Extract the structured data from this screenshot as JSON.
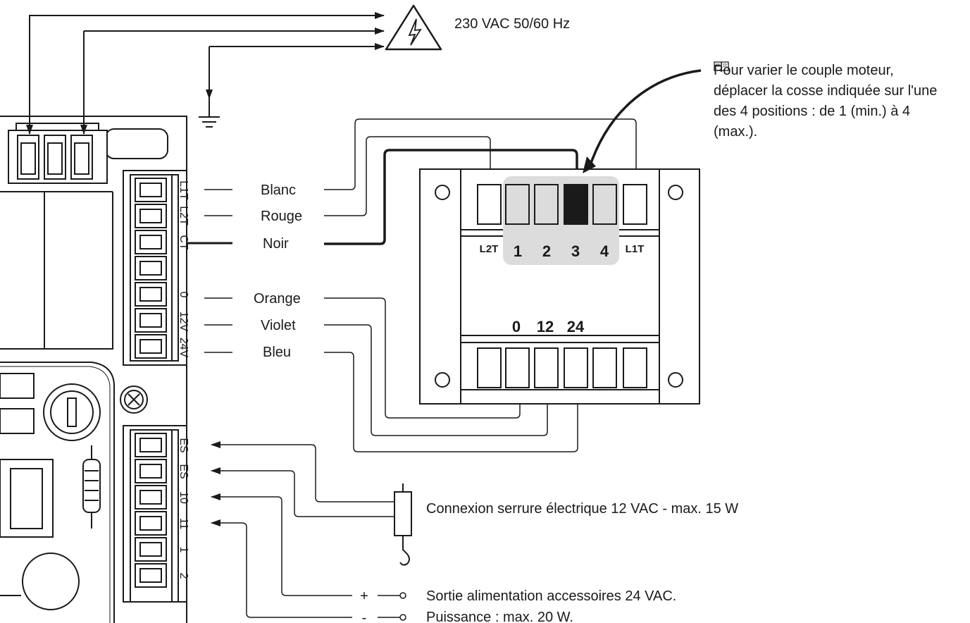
{
  "supply": {
    "label": "230 VAC 50/60 Hz"
  },
  "note": {
    "icon": "book-icon",
    "line1": "Pour varier le couple moteur,",
    "line2": "déplacer la cosse indiquée sur l'une",
    "line3": "des 4 positions : de 1 (min.) à 4",
    "line4": "(max.)."
  },
  "terminal_block_top": {
    "labels": [
      "L1T",
      "L2T",
      "CT",
      "0",
      "12V",
      "24V"
    ]
  },
  "wires": {
    "blanc": "Blanc",
    "rouge": "Rouge",
    "noir": "Noir",
    "orange": "Orange",
    "violet": "Violet",
    "bleu": "Bleu"
  },
  "transformer": {
    "top_labels": [
      "L2T",
      "1",
      "2",
      "3",
      "4",
      "L1T"
    ],
    "bottom_labels": [
      "0",
      "12",
      "24"
    ],
    "selected_position": "3"
  },
  "terminal_block_bottom": {
    "labels": [
      "ES",
      "ES",
      "10",
      "11",
      "1",
      "2"
    ]
  },
  "lock": {
    "label": "Connexion serrure électrique 12 VAC - max. 15 W"
  },
  "accessories": {
    "plus": "+",
    "minus": "-",
    "line1": "Sortie alimentation accessoires 24 VAC.",
    "line2": "Puissance : max. 20 W."
  },
  "colors": {
    "ink": "#1a1a1a",
    "highlight": "#dcdcdc"
  }
}
